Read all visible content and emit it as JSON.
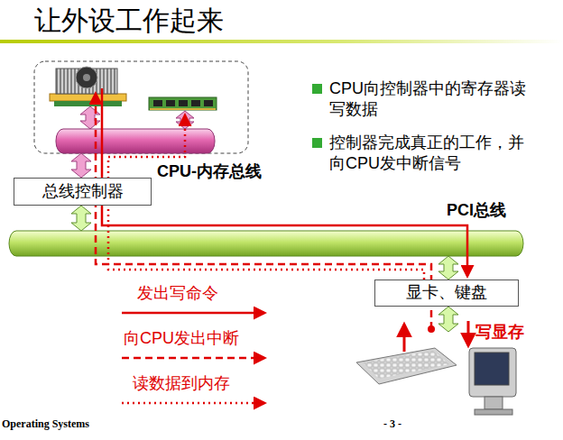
{
  "diagram": {
    "title": "让外设工作起来",
    "nodes": [
      {
        "text": [
          "CPU-内存总线"
        ]
      },
      {
        "text": [
          "总线控制器"
        ]
      },
      {
        "text": [
          "PCI总线"
        ]
      },
      {
        "text": [
          "显卡、键盘"
        ]
      }
    ],
    "edges": [
      {
        "from": 1,
        "to": 0,
        "arrow": "both"
      },
      {
        "from": 1,
        "to": 2,
        "arrow": "both"
      },
      {
        "from": 2,
        "to": 3,
        "arrow": "both"
      }
    ],
    "labels": [
      "CPU向控制器中的寄存器读写数据",
      "控制器完成真正的工作，并向CPU发中断信号",
      "写显存",
      "Operating Systems",
      "- 3 -"
    ],
    "legend": [
      {
        "text": "发出写命令"
      },
      {
        "text": "向CPU发出中断"
      },
      {
        "text": "读数据到内存"
      }
    ]
  }
}
